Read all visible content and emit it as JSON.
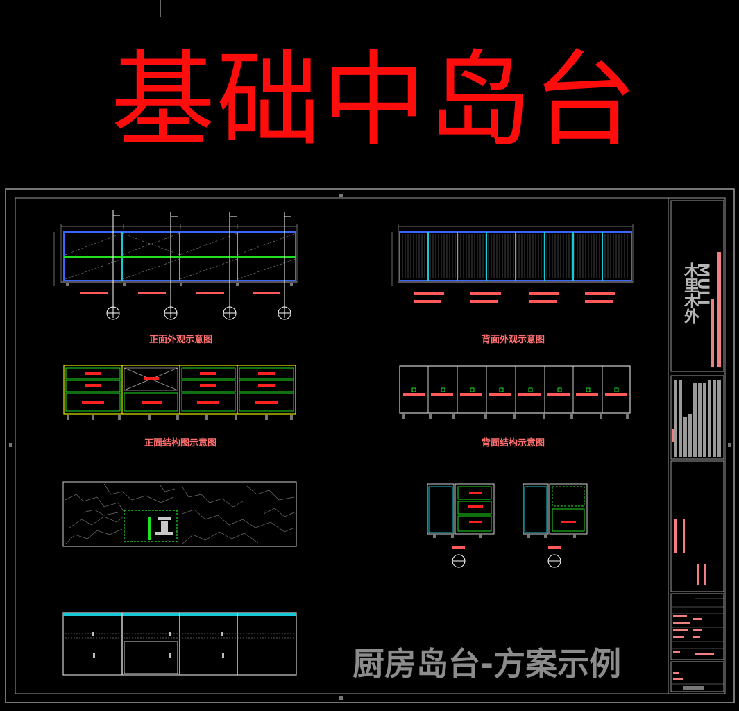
{
  "title": "基础中岛台",
  "watermark": "厨房岛台-方案示例",
  "brand": {
    "en": "MULI",
    "cn": "木里木外"
  },
  "captions": {
    "front_exterior": "正面外观示意图",
    "back_exterior": "背面外观示意图",
    "front_structure": "正面结构图示意图",
    "back_structure": "背面结构示意图"
  },
  "colors": {
    "background": "#000000",
    "title": "#ff0d0d",
    "caption": "#ff6f6f",
    "cyan": "#19c8d6",
    "green": "#21e021",
    "blue": "#3a66ff",
    "yellow": "#e6e600",
    "frame": "#9a9a9a"
  }
}
